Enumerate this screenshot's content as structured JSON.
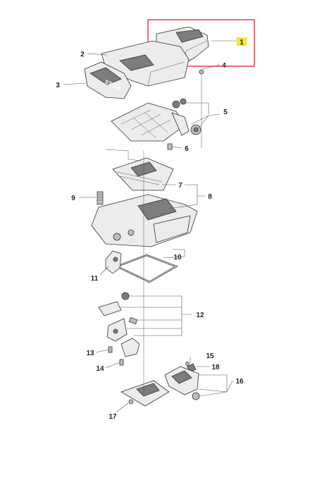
{
  "highlight": {
    "color": "#e0343b"
  },
  "badge": {
    "fill": "#f5e62a"
  },
  "callouts": {
    "c1": "1",
    "c2": "2",
    "c3": "3",
    "c4": "4",
    "c5": "5",
    "c6": "6",
    "c7": "7",
    "c8": "8",
    "c9": "9",
    "c10": "10",
    "c11": "11",
    "c12": "12",
    "c13": "13",
    "c14": "14",
    "c15": "15",
    "c16": "16",
    "c17": "17",
    "c18": "18"
  }
}
